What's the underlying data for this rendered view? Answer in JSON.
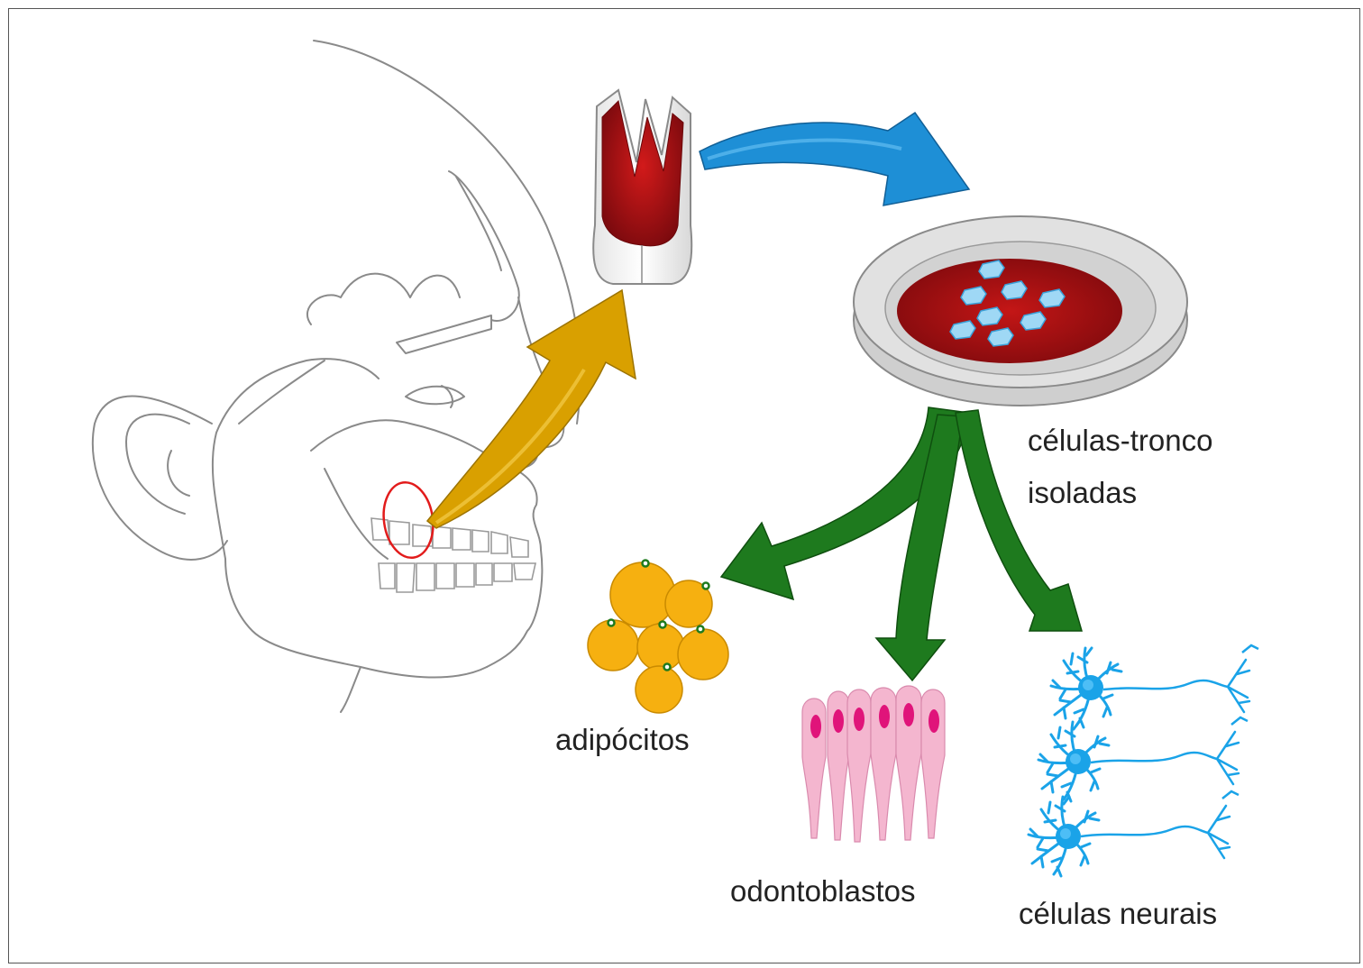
{
  "labels": {
    "stem_cells_line1": "células-tronco",
    "stem_cells_line2": "isoladas",
    "adipocytes": "adipócitos",
    "odontoblasts": "odontoblastos",
    "neural_cells": "células neurais"
  },
  "colors": {
    "outline": "#7a7a7a",
    "highlight_circle": "#e21b1b",
    "gold_arrow": "#d9a000",
    "blue_arrow": "#1e8fd6",
    "green_arrow": "#1e7a1e",
    "pulp_red": "#a30d12",
    "dish_gray": "#c9c9c9",
    "adipocyte_orange": "#f6b010",
    "odontoblast_pink": "#f4b6cf",
    "odontoblast_nucleus": "#e0147a",
    "neuron_blue": "#1aa3e8"
  }
}
